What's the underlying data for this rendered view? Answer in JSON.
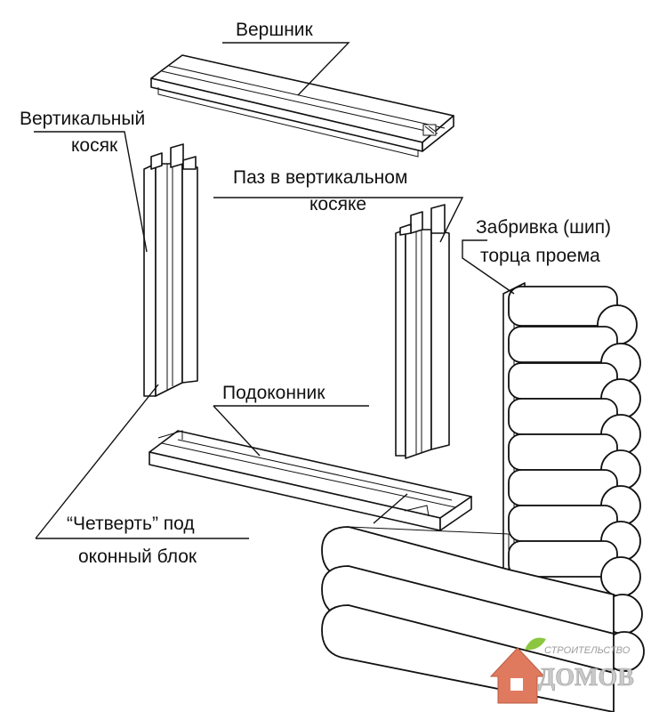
{
  "labels": {
    "top_beam": "Вершник",
    "vertical_jamb_line1": "Вертикальный",
    "vertical_jamb_line2": "косяк",
    "groove_line1": "Паз в вертикальном",
    "groove_line2": "косяке",
    "tenon_line1": "Забривка (шип)",
    "tenon_line2": "торца проема",
    "sill": "Подоконник",
    "rebate_line1": "“Четверть” под",
    "rebate_line2": "оконный блок"
  },
  "logo": {
    "small_text": "СТРОИТЕЛЬСТВО",
    "big_text": "ДОМОВ",
    "colors": {
      "house": "#e07a5f",
      "leaf": "#8cc63f",
      "text": "#c9c9c9"
    }
  }
}
